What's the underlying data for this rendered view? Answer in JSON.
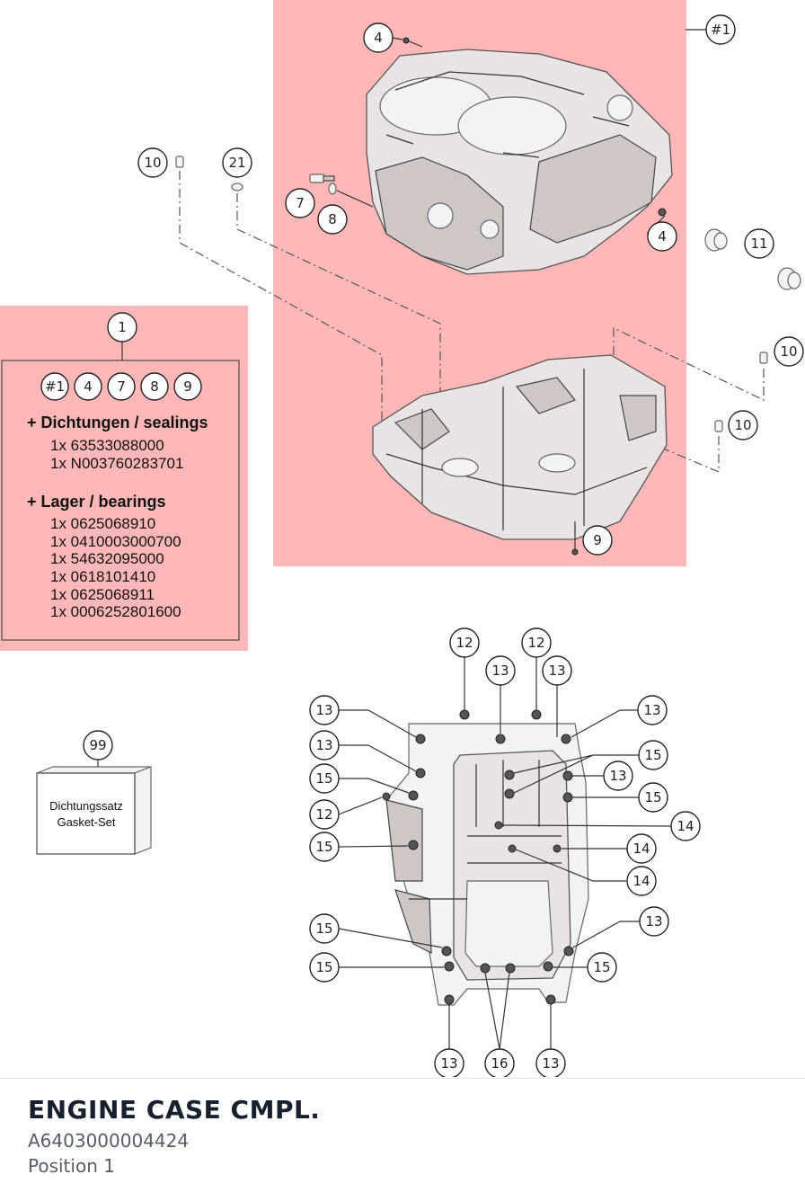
{
  "diagram": {
    "highlight_color": "#ffb3b3",
    "callouts": {
      "c_hash1": "#1",
      "c_4a": "4",
      "c_4b": "4",
      "c_10a": "10",
      "c_21": "21",
      "c_7": "7",
      "c_8": "8",
      "c_11": "11",
      "c_10b": "10",
      "c_10c": "10",
      "c_9": "9",
      "c_1": "1",
      "c_99": "99",
      "c_12a": "12",
      "c_12b": "12",
      "c_13a": "13",
      "c_13b": "13",
      "c_13c": "13",
      "c_13d": "13",
      "c_13e": "13",
      "c_15a": "15",
      "c_13f": "13",
      "c_15b": "15",
      "c_12c": "12",
      "c_15c": "15",
      "c_14a": "14",
      "c_15d": "15",
      "c_14b": "14",
      "c_14c": "14",
      "c_13g": "13",
      "c_15e": "15",
      "c_15f": "15",
      "c_15g": "15",
      "c_13h": "13",
      "c_16": "16",
      "c_13i": "13"
    },
    "info_box": {
      "refs": [
        "#1",
        "4",
        "7",
        "8",
        "9"
      ],
      "sealings_heading": "+ Dichtungen / sealings",
      "sealings": [
        "1x 63533088000",
        "1x N003760283701"
      ],
      "bearings_heading": "+ Lager / bearings",
      "bearings": [
        "1x 0625068910",
        "1x 0410003000700",
        "1x 54632095000",
        "1x 0618101410",
        "1x 0625068911",
        "1x 0006252801600"
      ]
    },
    "gasket_box": {
      "line1": "Dichtungssatz",
      "line2": "Gasket-Set"
    }
  },
  "footer": {
    "title": "ENGINE CASE CMPL.",
    "part_number": "A6403000004424",
    "position": "Position 1"
  }
}
